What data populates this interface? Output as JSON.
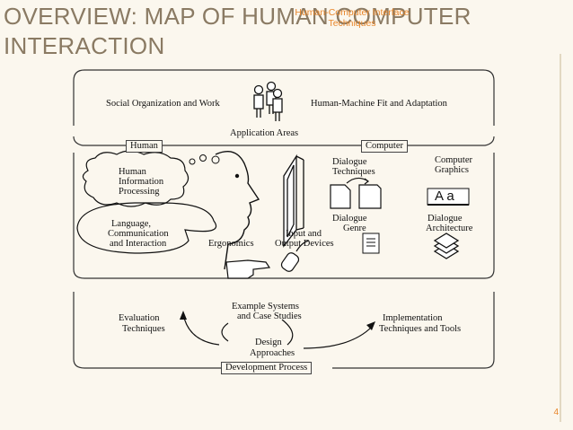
{
  "title": "OVERVIEW: MAP OF HUMAN COMPUTER INTERACTION",
  "overlay": {
    "line1": "Human-Computer Interface",
    "line2": "Techniques"
  },
  "labels": {
    "social": "Social Organization and Work",
    "hm_fit": "Human-Machine Fit and Adaptation",
    "app_areas": "Application Areas",
    "human": "Human",
    "computer": "Computer",
    "hip1": "Human",
    "hip2": "Information",
    "hip3": "Processing",
    "lang1": "Language,",
    "lang2": "Communication",
    "lang3": "and Interaction",
    "ergonomics": "Ergonomics",
    "io1": "Input and",
    "io2": "Output Devices",
    "dt1": "Dialogue",
    "dt2": "Techniques",
    "dg1": "Dialogue",
    "dg2": "Genre",
    "cg1": "Computer",
    "cg2": "Graphics",
    "da1": "Dialogue",
    "da2": "Architecture",
    "aa": "A a",
    "ex1": "Example Systems",
    "ex2": "and Case Studies",
    "ev1": "Evaluation",
    "ev2": "Techniques",
    "de1": "Design",
    "de2": "Approaches",
    "im1": "Implementation",
    "im2": "Techniques and Tools",
    "dev_process": "Development Process"
  },
  "page_number": "4",
  "colors": {
    "title": "#8a7a63",
    "accent": "#e8862a",
    "ink": "#111111",
    "background": "#fbf7ee"
  }
}
